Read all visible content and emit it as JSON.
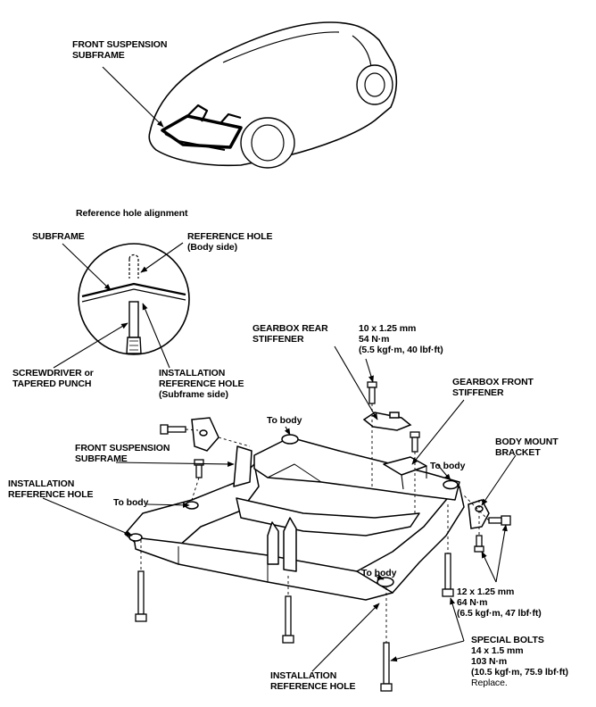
{
  "car": {
    "label_line1": "FRONT SUSPENSION",
    "label_line2": "SUBFRAME"
  },
  "inset": {
    "title": "Reference hole alignment",
    "subframe": "SUBFRAME",
    "ref_hole_line1": "REFERENCE HOLE",
    "ref_hole_line2": "(Body side)",
    "screwdriver_line1": "SCREWDRIVER or",
    "screwdriver_line2": "TAPERED PUNCH",
    "install_hole_line1": "INSTALLATION",
    "install_hole_line2": "REFERENCE HOLE",
    "install_hole_line3": "(Subframe side)"
  },
  "main": {
    "gearbox_rear_line1": "GEARBOX REAR",
    "gearbox_rear_line2": "STIFFENER",
    "bolt_10_line1": "10 x 1.25 mm",
    "bolt_10_line2": "54 N·m",
    "bolt_10_line3": "(5.5 kgf·m, 40 lbf·ft)",
    "gearbox_front_line1": "GEARBOX FRONT",
    "gearbox_front_line2": "STIFFENER",
    "to_body_top": "To body",
    "to_body_right": "To body",
    "to_body_left": "To body",
    "to_body_bottom": "To body",
    "front_subframe_line1": "FRONT SUSPENSION",
    "front_subframe_line2": "SUBFRAME",
    "install_left_line1": "INSTALLATION",
    "install_left_line2": "REFERENCE HOLE",
    "body_mount_line1": "BODY MOUNT",
    "body_mount_line2": "BRACKET",
    "bolt_12_line1": "12 x 1.25 mm",
    "bolt_12_line2": "64 N·m",
    "bolt_12_line3": "(6.5 kgf·m, 47 lbf·ft)",
    "special_line1": "SPECIAL BOLTS",
    "special_line2": "14 x 1.5 mm",
    "special_line3": "103 N·m",
    "special_line4": "(10.5 kgf·m, 75.9 lbf·ft)",
    "special_line5": "Replace.",
    "install_bottom_line1": "INSTALLATION",
    "install_bottom_line2": "REFERENCE HOLE"
  }
}
